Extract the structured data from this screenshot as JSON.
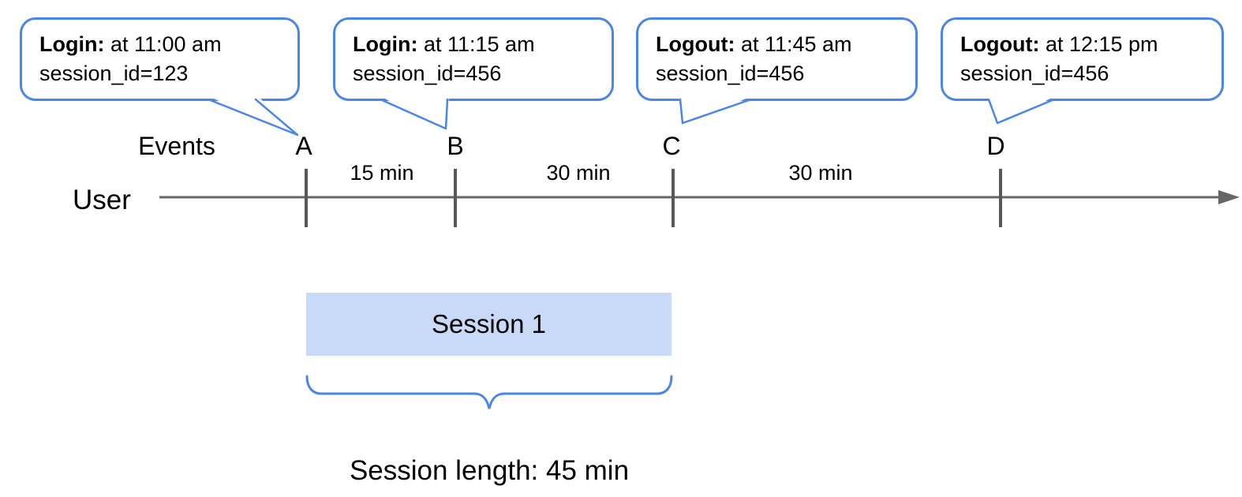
{
  "callouts": [
    {
      "bold": "Login:",
      "rest": " at 11:00 am",
      "line2": "session_id=123"
    },
    {
      "bold": "Login:",
      "rest": " at 11:15 am",
      "line2": "session_id=456"
    },
    {
      "bold": "Logout:",
      "rest": " at 11:45 am",
      "line2": "session_id=456"
    },
    {
      "bold": "Logout:",
      "rest": " at 12:15 pm",
      "line2": "session_id=456"
    }
  ],
  "timeline": {
    "axis_label": "User",
    "events_label": "Events",
    "events": [
      "A",
      "B",
      "C",
      "D"
    ],
    "intervals": [
      "15 min",
      "30 min",
      "30 min"
    ]
  },
  "session": {
    "label": "Session 1",
    "length_label": "Session length: 45 min"
  },
  "colors": {
    "accent_blue": "#4a86e8",
    "session_fill": "#c9daf8",
    "axis_gray": "#666666",
    "tick_gray": "#595959"
  }
}
